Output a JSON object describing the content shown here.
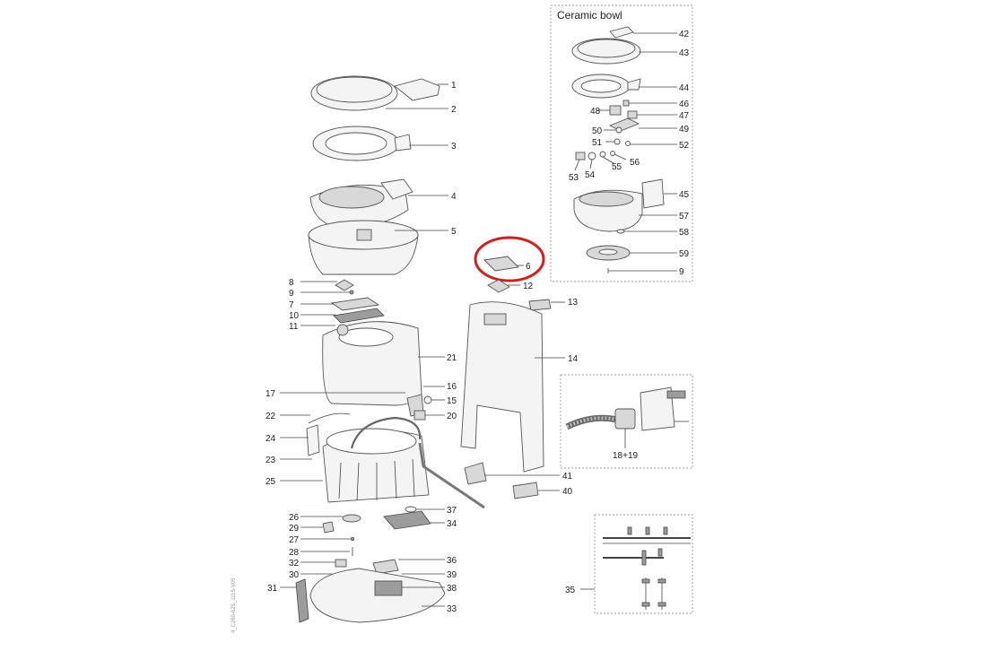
{
  "ceramic_bowl_title": "Ceramic bowl",
  "hose_label": "18+19",
  "drawing_code": "4_C260-625_1115-V05",
  "highlight_color": "#d11f1f",
  "main_labels": [
    "1",
    "2",
    "3",
    "4",
    "5",
    "8",
    "9",
    "7",
    "10",
    "11",
    "21",
    "17",
    "16",
    "15",
    "20",
    "22",
    "24",
    "23",
    "25",
    "26",
    "29",
    "27",
    "28",
    "32",
    "30",
    "31",
    "37",
    "34",
    "36",
    "39",
    "38",
    "33"
  ],
  "right_labels": [
    "6",
    "12",
    "13",
    "14",
    "41",
    "40",
    "35"
  ],
  "inset_labels": [
    "42",
    "43",
    "44",
    "46",
    "48",
    "47",
    "50",
    "49",
    "51",
    "52",
    "53",
    "54",
    "55",
    "56",
    "45",
    "57",
    "58",
    "59",
    "9"
  ]
}
